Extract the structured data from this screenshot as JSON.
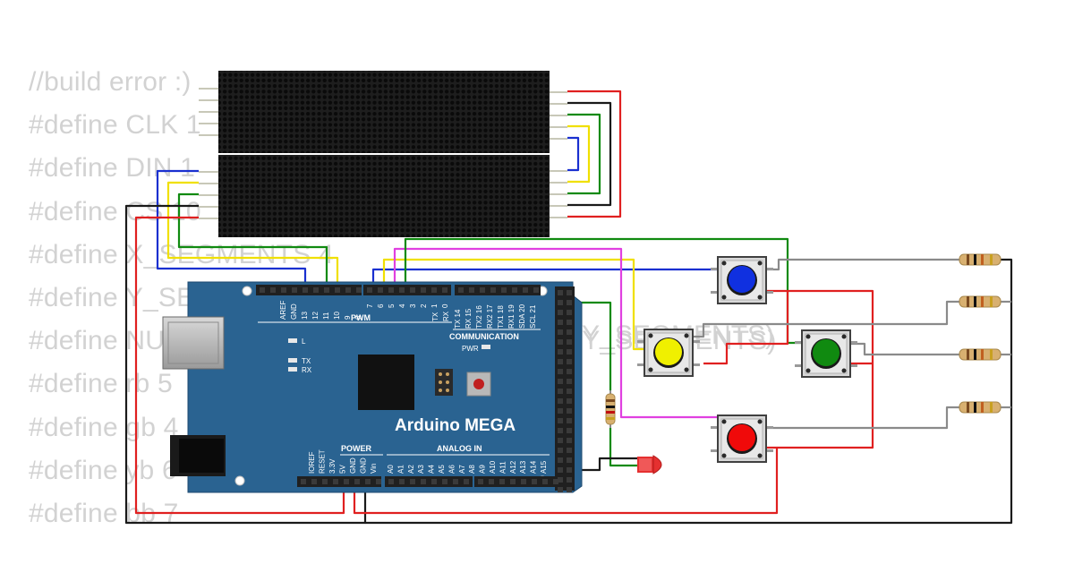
{
  "code_lines": [
    "//build error :)",
    "#define CLK 1",
    "#define DIN 1",
    "#define CS 10",
    "#define X_SEGMENTS 4",
    "#define Y_SEGMENTS 2",
    "#define NUM_SEGMENTS (X_SEGMENTS * Y_SEGMENTS)",
    "#define rb 5",
    "#define gb 4",
    "#define yb 6",
    "#define bb 7"
  ],
  "background_fragment": "Y_SEGMENTS)",
  "board": {
    "name": "Arduino MEGA",
    "top_header_left": [
      "AREF",
      "GND",
      "13",
      "12",
      "11",
      "10",
      "9",
      "8"
    ],
    "top_header_right": [
      "7",
      "6",
      "5",
      "4",
      "3",
      "2",
      "1",
      "0"
    ],
    "comm_pins": [
      "TX 14",
      "RX 15",
      "TX2 16",
      "RX2 17",
      "TX1 18",
      "RX1 19",
      "SDA 20",
      "SCL 21"
    ],
    "tx_rx": [
      "TX",
      "RX"
    ],
    "pwm_label": "PWM",
    "comm_label": "COMMUNICATION",
    "power_label": "POWER",
    "analog_label": "ANALOG IN",
    "power_pins": [
      "IOREF",
      "RESET",
      "3.3V",
      "5V",
      "GND",
      "GND",
      "Vin"
    ],
    "analog_pins": [
      "A0",
      "A1",
      "A2",
      "A3",
      "A4",
      "A5",
      "A6",
      "A7",
      "A8",
      "A9",
      "A10",
      "A11",
      "A12",
      "A13",
      "A14",
      "A15"
    ],
    "leds": [
      "L",
      "TX",
      "RX"
    ],
    "pwr_led": "PWR"
  },
  "colors": {
    "board": "#2a6391",
    "wire_red": "#e02020",
    "wire_black": "#1a1a1a",
    "wire_green": "#108a10",
    "wire_yellow": "#f0e000",
    "wire_blue": "#1a30d0",
    "wire_magenta": "#e040e0",
    "wire_gray": "#8a8a8a"
  },
  "buttons": [
    {
      "name": "blue",
      "color": "#1030e0"
    },
    {
      "name": "yellow",
      "color": "#f0f000"
    },
    {
      "name": "green",
      "color": "#108a10"
    },
    {
      "name": "red",
      "color": "#f00a0a"
    }
  ],
  "icons": {
    "usb": "usb-port-icon",
    "power_jack": "power-jack-icon",
    "chip": "microcontroller-chip-icon",
    "reset": "reset-button-icon",
    "led": "led-icon",
    "resistor": "resistor-icon",
    "matrix": "led-matrix-icon"
  }
}
